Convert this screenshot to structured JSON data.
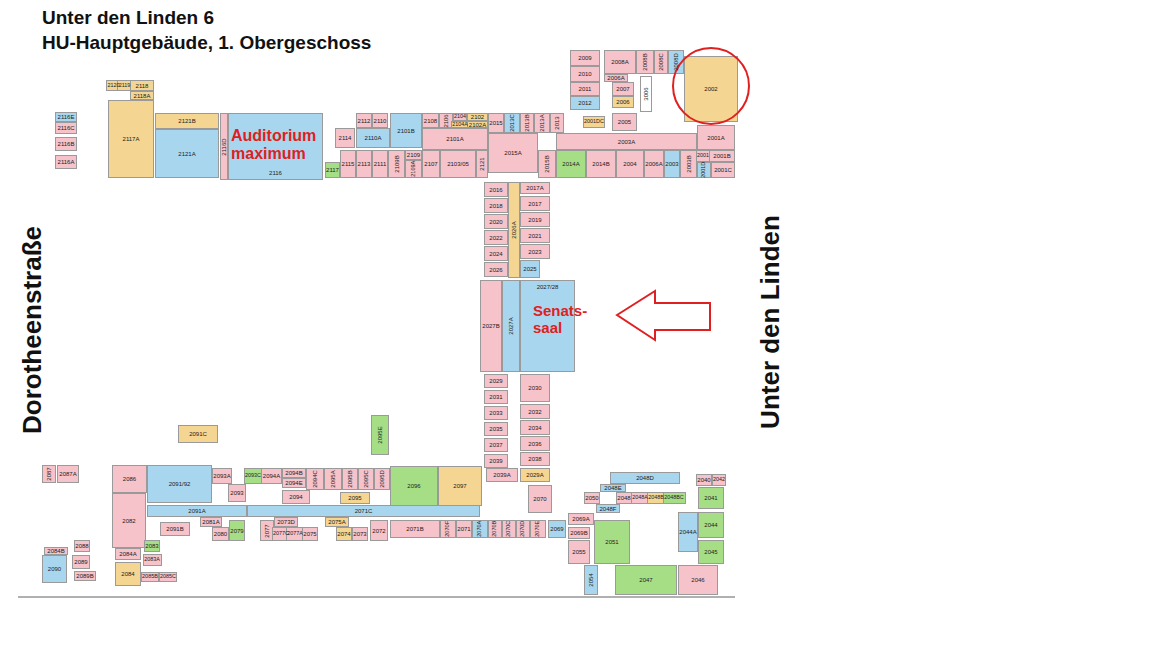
{
  "diagram": {
    "title": "Unter den Linden 6",
    "nodes": [
      {
        "text": [
          "2120"
        ]
      },
      {
        "text": [
          "2119"
        ]
      },
      {
        "text": [
          "2118"
        ]
      },
      {
        "text": [
          "2118A"
        ]
      },
      {
        "text": [
          "2117A"
        ]
      },
      {
        "text": [
          "2116E"
        ]
      },
      {
        "text": [
          "2116C"
        ]
      },
      {
        "text": [
          "2116B"
        ]
      },
      {
        "text": [
          "2116A"
        ]
      },
      {
        "text": [
          "2121B"
        ]
      },
      {
        "text": [
          "2121A"
        ]
      },
      {
        "text": [
          "2116D"
        ]
      },
      {
        "text": [
          "2116"
        ]
      },
      {
        "text": [
          "2114"
        ]
      },
      {
        "text": [
          "2117"
        ]
      },
      {
        "text": [
          "2112"
        ]
      },
      {
        "text": [
          "2110"
        ]
      },
      {
        "text": [
          "2110A"
        ]
      },
      {
        "text": [
          "2115"
        ]
      },
      {
        "text": [
          "2113"
        ]
      },
      {
        "text": [
          "2111"
        ]
      },
      {
        "text": [
          "2109B"
        ]
      },
      {
        "text": [
          "2101B"
        ]
      },
      {
        "text": [
          "2109"
        ]
      },
      {
        "text": [
          "2109A"
        ]
      },
      {
        "text": [
          "2107"
        ]
      },
      {
        "text": [
          "2103/05"
        ]
      },
      {
        "text": [
          "2121"
        ]
      },
      {
        "text": [
          "2101A"
        ]
      },
      {
        "text": [
          "2108"
        ]
      },
      {
        "text": [
          "2106"
        ]
      },
      {
        "text": [
          "2104"
        ]
      },
      {
        "text": [
          "2104A"
        ]
      },
      {
        "text": [
          "2102"
        ]
      },
      {
        "text": [
          "2102A"
        ]
      },
      {
        "text": [
          "2015"
        ]
      },
      {
        "text": [
          "2013C"
        ]
      },
      {
        "text": [
          "2013B"
        ]
      },
      {
        "text": [
          "2013A"
        ]
      },
      {
        "text": [
          "2013"
        ]
      },
      {
        "text": [
          "2001DC"
        ]
      },
      {
        "text": [
          "2015A"
        ]
      },
      {
        "text": [
          "2015B"
        ]
      },
      {
        "text": [
          "2014A"
        ]
      },
      {
        "text": [
          "2014B"
        ]
      },
      {
        "text": [
          "2004"
        ]
      },
      {
        "text": [
          "2006A"
        ]
      },
      {
        "text": [
          "2003"
        ]
      },
      {
        "text": [
          "2003B"
        ]
      },
      {
        "text": [
          "2001"
        ]
      },
      {
        "text": [
          "2001B"
        ]
      },
      {
        "text": [
          "2001D"
        ]
      },
      {
        "text": [
          "2001C"
        ]
      },
      {
        "text": [
          "2003A"
        ]
      },
      {
        "text": [
          "2001A"
        ]
      },
      {
        "text": [
          "2009"
        ]
      },
      {
        "text": [
          "2010"
        ]
      },
      {
        "text": [
          "2011"
        ]
      },
      {
        "text": [
          "2012"
        ]
      },
      {
        "text": [
          "2008A"
        ]
      },
      {
        "text": [
          "2008B"
        ]
      },
      {
        "text": [
          "2008C"
        ]
      },
      {
        "text": [
          "2008D"
        ]
      },
      {
        "text": [
          "2006A"
        ]
      },
      {
        "text": [
          "2007"
        ]
      },
      {
        "text": [
          "2006"
        ]
      },
      {
        "text": [
          "3006"
        ]
      },
      {
        "text": [
          "2005"
        ]
      },
      {
        "text": [
          "2002"
        ]
      },
      {
        "text": [
          "2016"
        ]
      },
      {
        "text": [
          "2018"
        ]
      },
      {
        "text": [
          "2020"
        ]
      },
      {
        "text": [
          "2022"
        ]
      },
      {
        "text": [
          "2024"
        ]
      },
      {
        "text": [
          "2026"
        ]
      },
      {
        "text": [
          "2026A"
        ]
      },
      {
        "text": [
          "2017A"
        ]
      },
      {
        "text": [
          "2017"
        ]
      },
      {
        "text": [
          "2019"
        ]
      },
      {
        "text": [
          "2021"
        ]
      },
      {
        "text": [
          "2023"
        ]
      },
      {
        "text": [
          "2025"
        ]
      },
      {
        "text": [
          "2027B"
        ]
      },
      {
        "text": [
          "2027A"
        ]
      },
      {
        "text": [
          "2027/28"
        ]
      },
      {
        "text": [
          "2029"
        ]
      },
      {
        "text": [
          "2031"
        ]
      },
      {
        "text": [
          "2033"
        ]
      },
      {
        "text": [
          "2035"
        ]
      },
      {
        "text": [
          "2037"
        ]
      },
      {
        "text": [
          "2039"
        ]
      },
      {
        "text": [
          "2030"
        ]
      },
      {
        "text": [
          "2032"
        ]
      },
      {
        "text": [
          "2034"
        ]
      },
      {
        "text": [
          "2036"
        ]
      },
      {
        "text": [
          "2038"
        ]
      },
      {
        "text": [
          "2039A"
        ]
      },
      {
        "text": [
          "2029A"
        ]
      },
      {
        "text": [
          "2070"
        ]
      },
      {
        "text": [
          "2087"
        ]
      },
      {
        "text": [
          "2087A"
        ]
      },
      {
        "text": [
          "2091C"
        ]
      },
      {
        "text": [
          "2095E"
        ]
      },
      {
        "text": [
          "2086"
        ]
      },
      {
        "text": [
          "2091/92"
        ]
      },
      {
        "text": [
          "2093A"
        ]
      },
      {
        "text": [
          "2093"
        ]
      },
      {
        "text": [
          "2093C"
        ]
      },
      {
        "text": [
          "2094A"
        ]
      },
      {
        "text": [
          "2094B"
        ]
      },
      {
        "text": [
          "2094E"
        ]
      },
      {
        "text": [
          "2094"
        ]
      },
      {
        "text": [
          "2094C"
        ]
      },
      {
        "text": [
          "2095A"
        ]
      },
      {
        "text": [
          "2095B"
        ]
      },
      {
        "text": [
          "2095C"
        ]
      },
      {
        "text": [
          "2095D"
        ]
      },
      {
        "text": [
          "2095"
        ]
      },
      {
        "text": [
          "2096"
        ]
      },
      {
        "text": [
          "2097"
        ]
      },
      {
        "text": [
          "2091A"
        ]
      },
      {
        "text": [
          "2071C"
        ]
      },
      {
        "text": [
          "2082"
        ]
      },
      {
        "text": [
          "2081A"
        ]
      },
      {
        "text": [
          "2091B"
        ]
      },
      {
        "text": [
          "2080"
        ]
      },
      {
        "text": [
          "2079"
        ]
      },
      {
        "text": [
          "2077"
        ]
      },
      {
        "text": [
          "2073D"
        ]
      },
      {
        "text": [
          "2077C"
        ]
      },
      {
        "text": [
          "2077A"
        ]
      },
      {
        "text": [
          "2075"
        ]
      },
      {
        "text": [
          "2075A"
        ]
      },
      {
        "text": [
          "2074"
        ]
      },
      {
        "text": [
          "2073"
        ]
      },
      {
        "text": [
          "2072"
        ]
      },
      {
        "text": [
          "2071B"
        ]
      },
      {
        "text": [
          "2070F"
        ]
      },
      {
        "text": [
          "2071"
        ]
      },
      {
        "text": [
          "2070A"
        ]
      },
      {
        "text": [
          "2070B"
        ]
      },
      {
        "text": [
          "2070C"
        ]
      },
      {
        "text": [
          "2070D"
        ]
      },
      {
        "text": [
          "2070E"
        ]
      },
      {
        "text": [
          "2069"
        ]
      },
      {
        "text": [
          "2069A"
        ]
      },
      {
        "text": [
          "2069B"
        ]
      },
      {
        "text": [
          "2055"
        ]
      },
      {
        "text": [
          "2054"
        ]
      },
      {
        "text": [
          "2051"
        ]
      },
      {
        "text": [
          "2047"
        ]
      },
      {
        "text": [
          "2046"
        ]
      },
      {
        "text": [
          "2045"
        ]
      },
      {
        "text": [
          "2044"
        ]
      },
      {
        "text": [
          "2044A"
        ]
      },
      {
        "text": [
          "2041"
        ]
      },
      {
        "text": [
          "2040"
        ]
      },
      {
        "text": [
          "2042"
        ]
      },
      {
        "text": [
          "2048D"
        ]
      },
      {
        "text": [
          "2048E"
        ]
      },
      {
        "text": [
          "2050"
        ]
      },
      {
        "text": [
          "2048"
        ]
      },
      {
        "text": [
          "2048A"
        ]
      },
      {
        "text": [
          "2048B"
        ]
      },
      {
        "text": [
          "2048BC"
        ]
      },
      {
        "text": [
          "2048F"
        ]
      },
      {
        "text": [
          "2084B"
        ]
      },
      {
        "text": [
          "2090"
        ]
      },
      {
        "text": [
          "2088"
        ]
      },
      {
        "text": [
          "2089"
        ]
      },
      {
        "text": [
          "2089B"
        ]
      },
      {
        "text": [
          "2084A"
        ]
      },
      {
        "text": [
          "2084"
        ]
      },
      {
        "text": [
          "2083"
        ]
      },
      {
        "text": [
          "2083A"
        ]
      },
      {
        "text": [
          "2085B"
        ]
      },
      {
        "text": [
          "2085C"
        ]
      }
    ],
    "labels": [
      "HU-Hauptgebäude, 1. Obergeschoss",
      "Auditorium maximum",
      "Senats- saal",
      "Dorotheenstraße",
      "Unter den Linden"
    ]
  }
}
